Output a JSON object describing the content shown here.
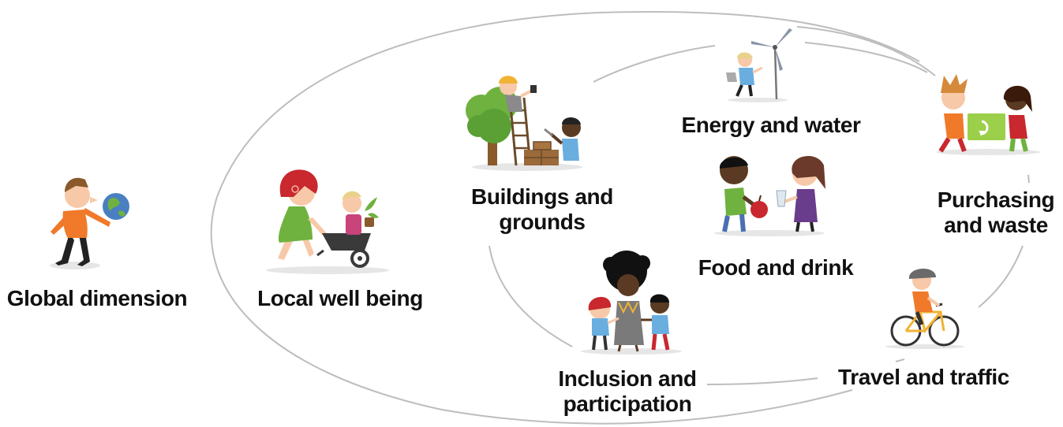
{
  "diagram": {
    "line_color": "#bdbdbd",
    "themes": [
      {
        "label_lines": [
          "Global dimension"
        ],
        "icon": "child-with-globe-icon"
      },
      {
        "label_lines": [
          "Local well being"
        ],
        "icon": "wheelbarrow-children-icon"
      },
      {
        "label_lines": [
          "Buildings and",
          "grounds"
        ],
        "icon": "builders-ladder-tree-icon"
      },
      {
        "label_lines": [
          "Energy and water"
        ],
        "icon": "wind-turbine-child-icon"
      },
      {
        "label_lines": [
          "Food and drink"
        ],
        "icon": "children-sharing-food-icon"
      },
      {
        "label_lines": [
          "Purchasing",
          "and waste"
        ],
        "icon": "children-recycling-box-icon"
      },
      {
        "label_lines": [
          "Inclusion and",
          "participation"
        ],
        "icon": "teacher-with-children-icon"
      },
      {
        "label_lines": [
          "Travel and traffic"
        ],
        "icon": "child-on-bicycle-icon"
      }
    ],
    "colors": {
      "skin_light": "#f7c9a8",
      "skin_dark": "#5a3a22",
      "orange": "#f07a2a",
      "green": "#6fb23f",
      "blue": "#6aaee0",
      "red": "#c8282e",
      "purple": "#6a3c8c",
      "brown": "#8a5a2b",
      "gray": "#9a9a9a"
    }
  }
}
